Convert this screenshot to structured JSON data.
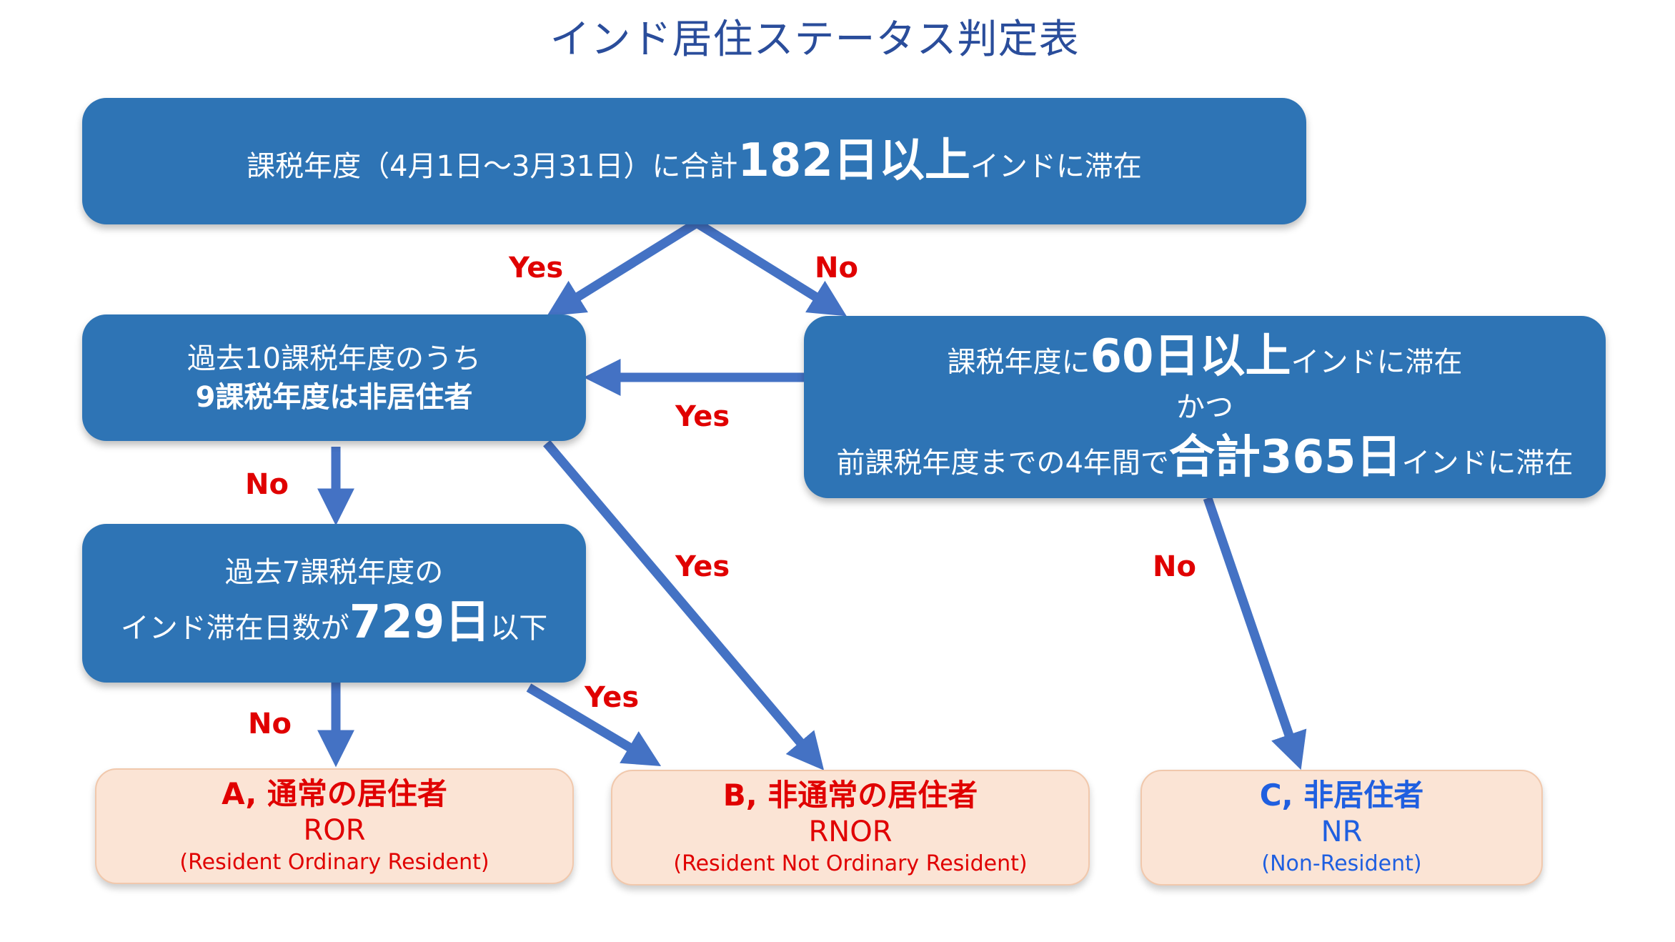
{
  "title": "インド居住ステータス判定表",
  "colors": {
    "box_blue": "#2e74b5",
    "arrow_blue": "#4472c4",
    "result_bg": "#fbe4d5",
    "yes_no_red": "#e00000",
    "title_blue": "#2a4d9b",
    "nr_blue": "#1f5fe0"
  },
  "boxes": {
    "q1": {
      "pre": "課税年度（4月1日～3月31日）に合計",
      "strong": "182日以上",
      "post": "インドに滞在"
    },
    "q2": {
      "line1": "過去10課税年度のうち",
      "line2": "9課税年度は非居住者"
    },
    "q3": {
      "line1_pre": "課税年度に",
      "line1_strong": "60日以上",
      "line1_post": "インドに滞在",
      "line2": "かつ",
      "line3_pre": "前課税年度までの4年間で",
      "line3_strong": "合計365日",
      "line3_post": "インドに滞在"
    },
    "q4": {
      "line1": "過去7課税年度の",
      "line2_pre": "インド滞在日数が",
      "line2_strong": "729日",
      "line2_post": "以下"
    }
  },
  "results": {
    "a": {
      "title": "A, 通常の居住者",
      "code": "ROR",
      "desc": "(Resident Ordinary Resident)"
    },
    "b": {
      "title": "B, 非通常の居住者",
      "code": "RNOR",
      "desc": "(Resident Not Ordinary Resident)"
    },
    "c": {
      "title": "C, 非居住者",
      "code": "NR",
      "desc": "(Non-Resident)"
    }
  },
  "labels": {
    "q1_yes": "Yes",
    "q1_no": "No",
    "q3_yes": "Yes",
    "q2_yes": "Yes",
    "q2_no": "No",
    "q3_no": "No",
    "q4_yes": "Yes",
    "q4_no": "No"
  }
}
